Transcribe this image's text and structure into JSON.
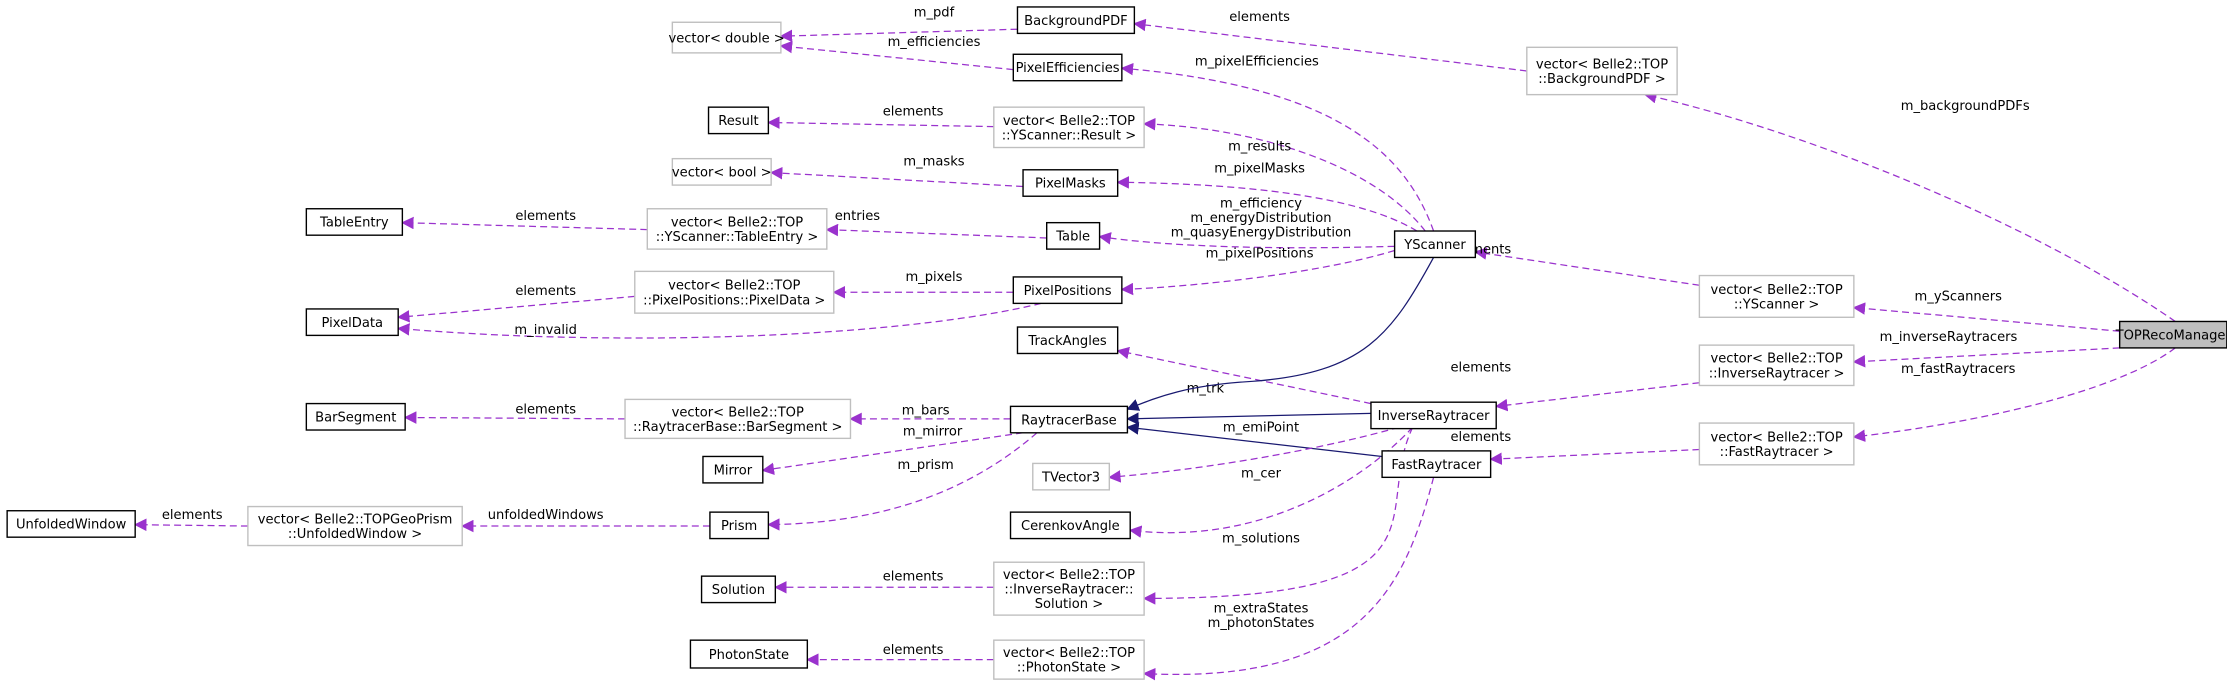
{
  "colors": {
    "member_edge": "#9a32cd",
    "inherit_edge": "#191970",
    "focus_fill": "#bfbfbf",
    "external_border": "#bfbfbf"
  },
  "nodes": [
    {
      "id": "BackgroundPDF",
      "lines": [
        "BackgroundPDF"
      ],
      "style": "class"
    },
    {
      "id": "vecDouble",
      "lines": [
        "vector< double >"
      ],
      "style": "external"
    },
    {
      "id": "PixelEfficiencies",
      "lines": [
        "PixelEfficiencies"
      ],
      "style": "class"
    },
    {
      "id": "vecBackgroundPDF",
      "lines": [
        "vector< Belle2::TOP",
        "::BackgroundPDF >"
      ],
      "style": "external"
    },
    {
      "id": "Result",
      "lines": [
        "Result"
      ],
      "style": "class"
    },
    {
      "id": "vecResult",
      "lines": [
        "vector< Belle2::TOP",
        "::YScanner::Result >"
      ],
      "style": "external"
    },
    {
      "id": "vecBool",
      "lines": [
        "vector< bool >"
      ],
      "style": "external"
    },
    {
      "id": "PixelMasks",
      "lines": [
        "PixelMasks"
      ],
      "style": "class"
    },
    {
      "id": "TableEntry",
      "lines": [
        "TableEntry"
      ],
      "style": "class"
    },
    {
      "id": "vecTableEntry",
      "lines": [
        "vector< Belle2::TOP",
        "::YScanner::TableEntry >"
      ],
      "style": "external"
    },
    {
      "id": "Table",
      "lines": [
        "Table"
      ],
      "style": "class"
    },
    {
      "id": "YScanner",
      "lines": [
        "YScanner"
      ],
      "style": "class"
    },
    {
      "id": "PixelData",
      "lines": [
        "PixelData"
      ],
      "style": "class"
    },
    {
      "id": "vecPixelData",
      "lines": [
        "vector< Belle2::TOP",
        "::PixelPositions::PixelData >"
      ],
      "style": "external"
    },
    {
      "id": "PixelPositions",
      "lines": [
        "PixelPositions"
      ],
      "style": "class"
    },
    {
      "id": "TrackAngles",
      "lines": [
        "TrackAngles"
      ],
      "style": "class"
    },
    {
      "id": "vecYScanner",
      "lines": [
        "vector< Belle2::TOP",
        "::YScanner >"
      ],
      "style": "external"
    },
    {
      "id": "TOPRecoManager",
      "lines": [
        "TOPRecoManager"
      ],
      "style": "focus"
    },
    {
      "id": "BarSegment",
      "lines": [
        "BarSegment"
      ],
      "style": "class"
    },
    {
      "id": "vecBarSegment",
      "lines": [
        "vector< Belle2::TOP",
        "::RaytracerBase::BarSegment >"
      ],
      "style": "external"
    },
    {
      "id": "RaytracerBase",
      "lines": [
        "RaytracerBase"
      ],
      "style": "class"
    },
    {
      "id": "InverseRaytracer",
      "lines": [
        "InverseRaytracer"
      ],
      "style": "class"
    },
    {
      "id": "vecInverseRaytracer",
      "lines": [
        "vector< Belle2::TOP",
        "::InverseRaytracer >"
      ],
      "style": "external"
    },
    {
      "id": "Mirror",
      "lines": [
        "Mirror"
      ],
      "style": "class"
    },
    {
      "id": "TVector3",
      "lines": [
        "TVector3"
      ],
      "style": "external"
    },
    {
      "id": "FastRaytracer",
      "lines": [
        "FastRaytracer"
      ],
      "style": "class"
    },
    {
      "id": "vecFastRaytracer",
      "lines": [
        "vector< Belle2::TOP",
        "::FastRaytracer >"
      ],
      "style": "external"
    },
    {
      "id": "UnfoldedWindow",
      "lines": [
        "UnfoldedWindow"
      ],
      "style": "class"
    },
    {
      "id": "vecUnfoldedWindow",
      "lines": [
        "vector< Belle2::TOPGeoPrism",
        "::UnfoldedWindow >"
      ],
      "style": "external"
    },
    {
      "id": "Prism",
      "lines": [
        "Prism"
      ],
      "style": "class"
    },
    {
      "id": "CerenkovAngle",
      "lines": [
        "CerenkovAngle"
      ],
      "style": "class"
    },
    {
      "id": "Solution",
      "lines": [
        "Solution"
      ],
      "style": "class"
    },
    {
      "id": "vecSolution",
      "lines": [
        "vector< Belle2::TOP",
        "::InverseRaytracer::",
        "Solution >"
      ],
      "style": "external"
    },
    {
      "id": "PhotonState",
      "lines": [
        "PhotonState"
      ],
      "style": "class"
    },
    {
      "id": "vecPhotonState",
      "lines": [
        "vector< Belle2::TOP",
        "::PhotonState >"
      ],
      "style": "external"
    }
  ],
  "edges": [
    {
      "from": "BackgroundPDF",
      "to": "vecDouble",
      "labels": [
        "m_pdf"
      ],
      "kind": "member"
    },
    {
      "from": "PixelEfficiencies",
      "to": "vecDouble",
      "labels": [
        "m_efficiencies"
      ],
      "kind": "member"
    },
    {
      "from": "vecBackgroundPDF",
      "to": "BackgroundPDF",
      "labels": [
        "elements"
      ],
      "kind": "member"
    },
    {
      "from": "TOPRecoManager",
      "to": "vecBackgroundPDF",
      "labels": [
        "m_backgroundPDFs"
      ],
      "kind": "member"
    },
    {
      "from": "YScanner",
      "to": "PixelEfficiencies",
      "labels": [
        "m_pixelEfficiencies"
      ],
      "kind": "member"
    },
    {
      "from": "vecResult",
      "to": "Result",
      "labels": [
        "elements"
      ],
      "kind": "member"
    },
    {
      "from": "YScanner",
      "to": "vecResult",
      "labels": [
        "m_results"
      ],
      "kind": "member"
    },
    {
      "from": "PixelMasks",
      "to": "vecBool",
      "labels": [
        "m_masks"
      ],
      "kind": "member"
    },
    {
      "from": "YScanner",
      "to": "PixelMasks",
      "labels": [
        "m_pixelMasks"
      ],
      "kind": "member"
    },
    {
      "from": "Table",
      "to": "vecTableEntry",
      "labels": [
        "entries"
      ],
      "kind": "member"
    },
    {
      "from": "vecTableEntry",
      "to": "TableEntry",
      "labels": [
        "elements"
      ],
      "kind": "member"
    },
    {
      "from": "YScanner",
      "to": "Table",
      "labels": [
        "m_efficiency",
        "m_energyDistribution",
        "m_quasyEnergyDistribution"
      ],
      "kind": "member"
    },
    {
      "from": "YScanner",
      "to": "PixelPositions",
      "labels": [
        "m_pixelPositions"
      ],
      "kind": "member"
    },
    {
      "from": "PixelPositions",
      "to": "vecPixelData",
      "labels": [
        "m_pixels"
      ],
      "kind": "member"
    },
    {
      "from": "vecPixelData",
      "to": "PixelData",
      "labels": [
        "elements"
      ],
      "kind": "member"
    },
    {
      "from": "PixelPositions",
      "to": "PixelData",
      "labels": [
        "m_invalid"
      ],
      "kind": "member"
    },
    {
      "from": "vecYScanner",
      "to": "YScanner",
      "labels": [
        "elements"
      ],
      "kind": "member"
    },
    {
      "from": "TOPRecoManager",
      "to": "vecYScanner",
      "labels": [
        "m_yScanners"
      ],
      "kind": "member"
    },
    {
      "from": "TOPRecoManager",
      "to": "vecInverseRaytracer",
      "labels": [
        "m_inverseRaytracers"
      ],
      "kind": "member"
    },
    {
      "from": "TOPRecoManager",
      "to": "vecFastRaytracer",
      "labels": [
        "m_fastRaytracers"
      ],
      "kind": "member"
    },
    {
      "from": "vecInverseRaytracer",
      "to": "InverseRaytracer",
      "labels": [
        "elements"
      ],
      "kind": "member"
    },
    {
      "from": "vecFastRaytracer",
      "to": "FastRaytracer",
      "labels": [
        "elements"
      ],
      "kind": "member"
    },
    {
      "from": "InverseRaytracer",
      "to": "TrackAngles",
      "labels": [
        "m_trk"
      ],
      "kind": "member"
    },
    {
      "from": "YScanner",
      "to": "RaytracerBase",
      "labels": [],
      "kind": "inherit"
    },
    {
      "from": "InverseRaytracer",
      "to": "RaytracerBase",
      "labels": [],
      "kind": "inherit"
    },
    {
      "from": "FastRaytracer",
      "to": "RaytracerBase",
      "labels": [],
      "kind": "inherit"
    },
    {
      "from": "RaytracerBase",
      "to": "vecBarSegment",
      "labels": [
        "m_bars"
      ],
      "kind": "member"
    },
    {
      "from": "vecBarSegment",
      "to": "BarSegment",
      "labels": [
        "elements"
      ],
      "kind": "member"
    },
    {
      "from": "RaytracerBase",
      "to": "Mirror",
      "labels": [
        "m_mirror"
      ],
      "kind": "member"
    },
    {
      "from": "RaytracerBase",
      "to": "Prism",
      "labels": [
        "m_prism"
      ],
      "kind": "member"
    },
    {
      "from": "vecUnfoldedWindow",
      "to": "UnfoldedWindow",
      "labels": [
        "elements"
      ],
      "kind": "member"
    },
    {
      "from": "Prism",
      "to": "vecUnfoldedWindow",
      "labels": [
        "unfoldedWindows"
      ],
      "kind": "member"
    },
    {
      "from": "InverseRaytracer",
      "to": "TVector3",
      "labels": [
        "m_emiPoint"
      ],
      "kind": "member"
    },
    {
      "from": "InverseRaytracer",
      "to": "CerenkovAngle",
      "labels": [
        "m_cer"
      ],
      "kind": "member"
    },
    {
      "from": "InverseRaytracer",
      "to": "vecSolution",
      "labels": [
        "m_solutions"
      ],
      "kind": "member"
    },
    {
      "from": "vecSolution",
      "to": "Solution",
      "labels": [
        "elements"
      ],
      "kind": "member"
    },
    {
      "from": "FastRaytracer",
      "to": "vecPhotonState",
      "labels": [
        "m_extraStates",
        "m_photonStates"
      ],
      "kind": "member"
    },
    {
      "from": "vecPhotonState",
      "to": "PhotonState",
      "labels": [
        "elements"
      ],
      "kind": "member"
    }
  ]
}
